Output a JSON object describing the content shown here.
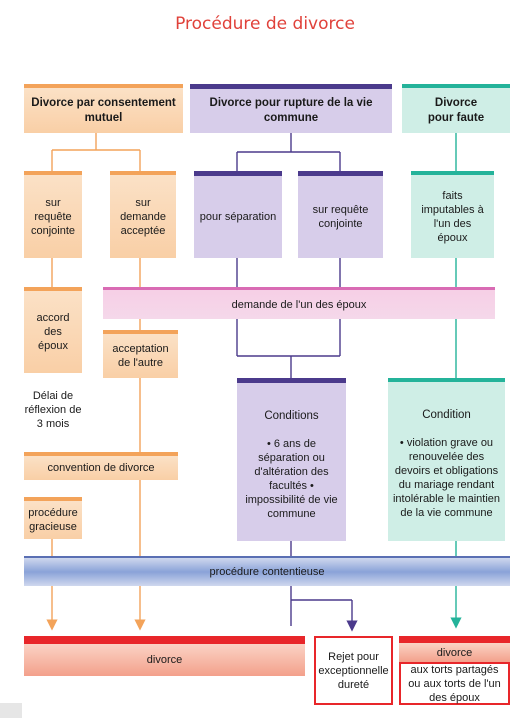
{
  "title": "Procédure de divorce",
  "columns": {
    "mutuel": "Divorce par consentement mutuel",
    "rupture": "Divorce pour rupture de la vie commune",
    "faute": "Divorce pour faute"
  },
  "nodes": {
    "sur_requete_conjointe_1": "sur requête conjointe",
    "sur_demande_acceptee": "sur demande acceptée",
    "pour_separation": "pour séparation",
    "sur_requete_conjointe_2": "sur requête conjointe",
    "faits_imputables": "faits imputables à l'un des époux",
    "demande_un_des_epoux": "demande de l'un des époux",
    "accord_des_epoux": "accord des époux",
    "acceptation_autre": "acceptation de l'autre",
    "delai_reflexion": "Délai de réflexion de 3 mois",
    "convention_divorce": "convention de divorce",
    "procedure_gracieuse": "procédure gracieuse",
    "conditions_title": "Conditions",
    "conditions_text": "• 6 ans de séparation ou d'altération des facultés • impossibilité de vie commune",
    "condition_title": "Condition",
    "condition_text": "• violation grave ou renouvelée des devoirs et obligations du mariage rendant intolérable le maintien de la vie commune",
    "procedure_contentieuse": "procédure contentieuse",
    "divorce": "divorce",
    "rejet": "Rejet pour exceptionnelle dureté",
    "divorce_faute": "divorce",
    "aux_torts": "aux torts partagés ou aux torts de l'un des époux"
  },
  "colors": {
    "title": "#e0413a",
    "orange_line": "#f3a35a",
    "purple_line": "#4b3a8c",
    "teal_line": "#24b39a",
    "red": "#e8262a"
  }
}
